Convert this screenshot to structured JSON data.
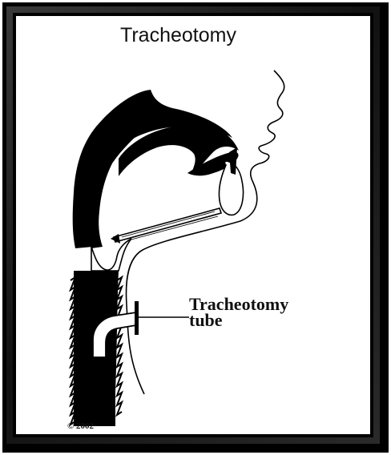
{
  "title": "Tracheotomy",
  "tube_label": {
    "line1": "Tracheotomy",
    "line2": "tube"
  },
  "copyright": "© 2002",
  "colors": {
    "ink": "#000000",
    "background": "#ffffff",
    "frame": "#111111"
  }
}
